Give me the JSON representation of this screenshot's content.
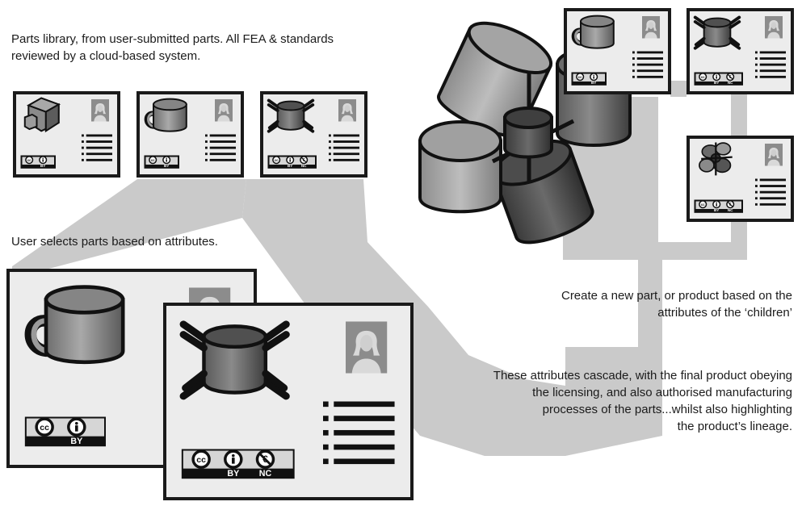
{
  "texts": {
    "library": [
      "Parts library, from user-submitted parts. All FEA & standards",
      "reviewed by a cloud-based system."
    ],
    "selects": [
      "User selects parts based on attributes."
    ],
    "create": [
      "Create a new part, or product based on the",
      "attributes of the ‘children’"
    ],
    "cascade": [
      "These attributes cascade, with the final product obeying",
      "the licensing, and also authorised manufacturing",
      "processes of the parts...whilst also highlighting",
      "the product’s lineage."
    ]
  },
  "license_badges": {
    "cc": "cc",
    "by": "BY",
    "nc": "NC"
  },
  "cards": [
    {
      "id": "lib-cube",
      "part": "cube",
      "licenses": [
        "cc",
        "by"
      ]
    },
    {
      "id": "lib-mug",
      "part": "mug",
      "licenses": [
        "cc",
        "by"
      ]
    },
    {
      "id": "lib-drum",
      "part": "crossed-drum",
      "licenses": [
        "cc",
        "by",
        "nc"
      ]
    },
    {
      "id": "sel-mug",
      "part": "mug",
      "licenses": [
        "cc",
        "by"
      ]
    },
    {
      "id": "sel-drum",
      "part": "crossed-drum",
      "licenses": [
        "cc",
        "by",
        "nc"
      ]
    },
    {
      "id": "child-mug",
      "part": "mug",
      "licenses": [
        "cc",
        "by"
      ]
    },
    {
      "id": "child-drum",
      "part": "crossed-drum",
      "licenses": [
        "cc",
        "by",
        "nc"
      ]
    },
    {
      "id": "product",
      "part": "assembly",
      "licenses": [
        "cc",
        "by",
        "nc"
      ]
    }
  ],
  "icons": [
    "avatar-icon",
    "cc-icon",
    "by-icon",
    "nc-icon",
    "mug-icon",
    "cube-icon",
    "drum-icon",
    "assembly-icon"
  ]
}
